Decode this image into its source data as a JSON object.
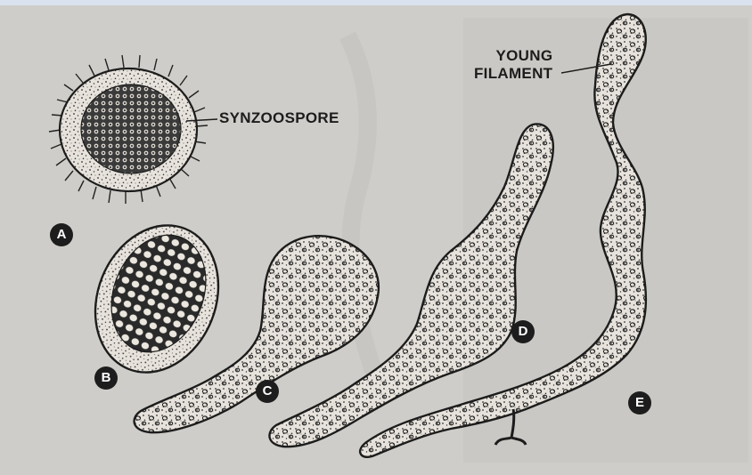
{
  "labels": {
    "synzoospore": "SYNZOOSPORE",
    "young_filament": "YOUNG\nFILAMENT"
  },
  "stages": [
    "A",
    "B",
    "C",
    "D",
    "E"
  ],
  "colors": {
    "background": "#cfcdc9",
    "ink": "#1c1c1c",
    "cell_fill": "#e6e2da"
  }
}
